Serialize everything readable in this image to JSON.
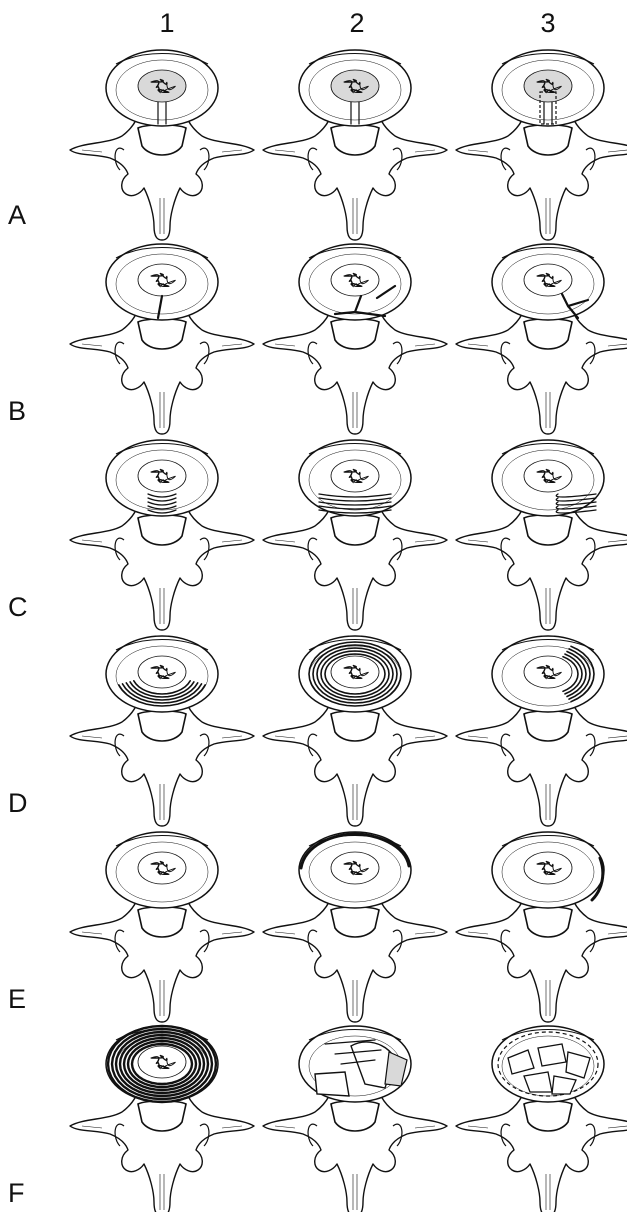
{
  "columns": [
    "1",
    "2",
    "3"
  ],
  "rows": [
    "A",
    "B",
    "C",
    "D",
    "E",
    "F"
  ],
  "colors": {
    "ink": "#111111",
    "bone": "#ffffff",
    "shade": "#d9d9d9"
  },
  "cells": [
    [
      "radial-fissure-partial",
      "radial-fissure-full",
      "radial-fissure-nucleus-extension"
    ],
    [
      "peripheral-tear-small",
      "peripheral-tear-wide",
      "peripheral-tear-lateral"
    ],
    [
      "posterior-tears-center",
      "posterior-tears-broad",
      "posterior-tears-lateral"
    ],
    [
      "concentric-posterior",
      "concentric-full",
      "concentric-lateral"
    ],
    [
      "rim-intact",
      "rim-tear-anterior",
      "rim-tear-lateral"
    ],
    [
      "concentric-complete",
      "fragmented-degeneration",
      "diffuse-fragmentation"
    ]
  ]
}
